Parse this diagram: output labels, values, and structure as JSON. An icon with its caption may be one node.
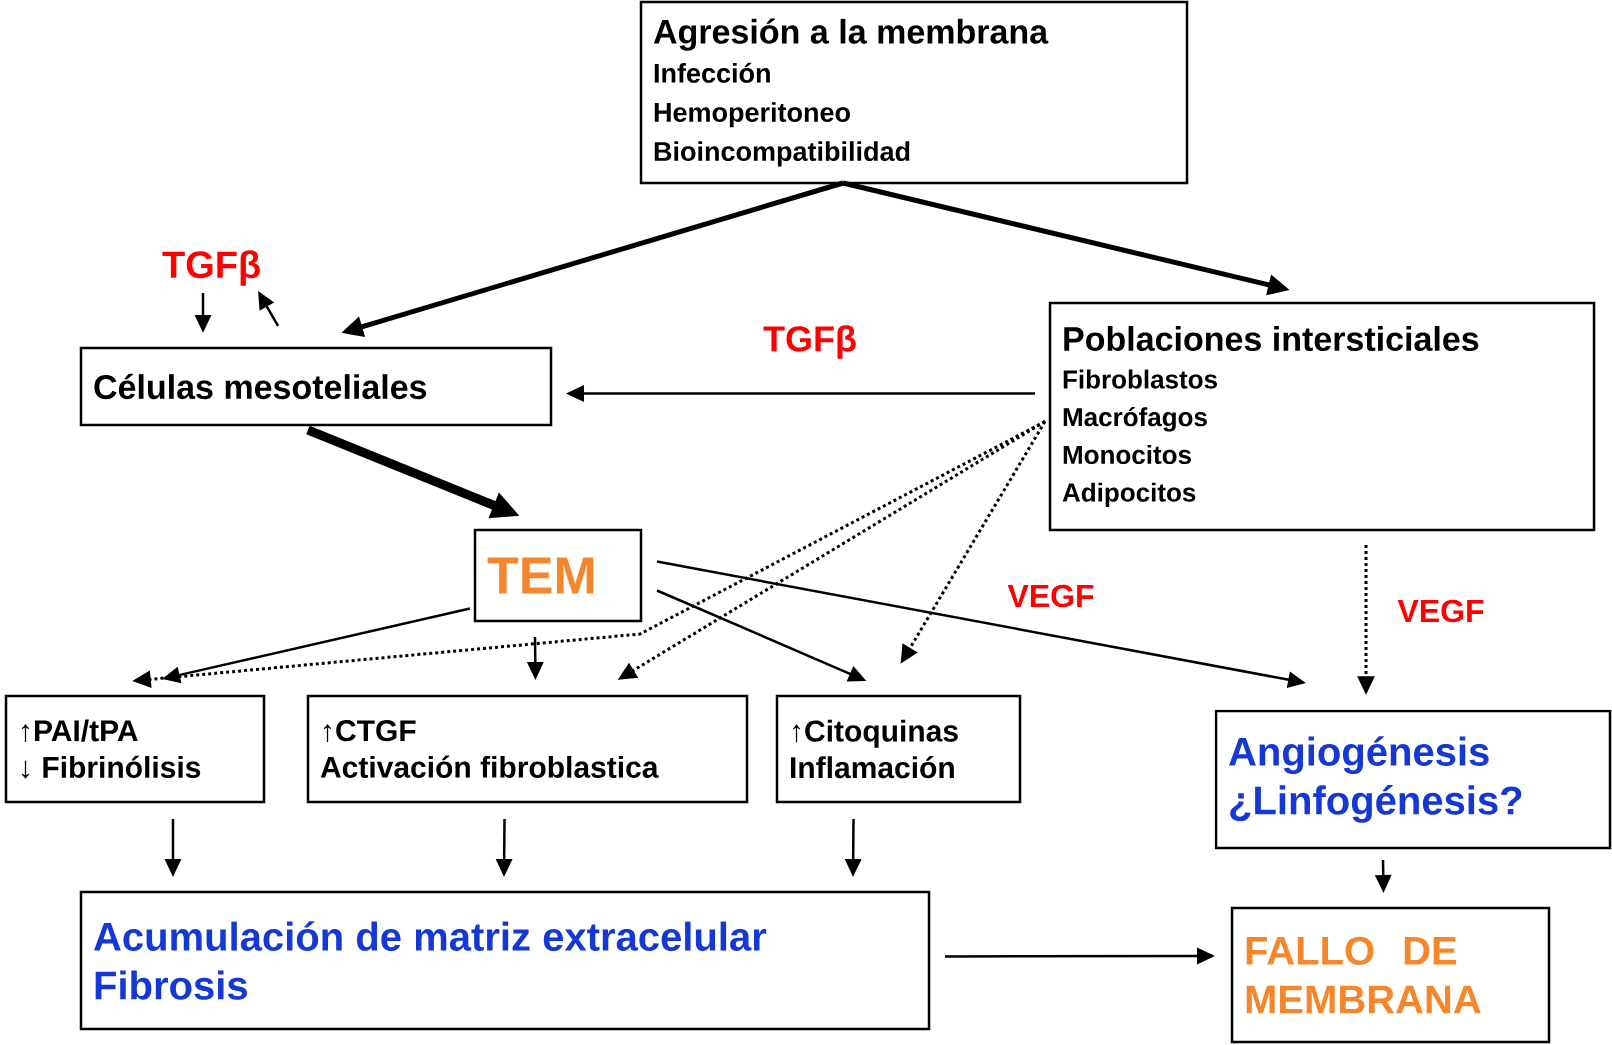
{
  "diagram": {
    "nodes": [
      {
        "text": [
          "Agresión a la membrana",
          "Infección",
          "Hemoperitoneo",
          "Bioincompatibilidad"
        ]
      },
      {
        "text": [
          "TGFβ"
        ]
      },
      {
        "text": [
          "Células mesoteliales"
        ]
      },
      {
        "text": [
          "Poblaciones intersticiales",
          "Fibroblastos",
          "Macrófagos",
          "Monocitos",
          "Adipocitos"
        ]
      },
      {
        "text": [
          "TEM"
        ]
      },
      {
        "text": [
          "↑PAI/tPA",
          "↓ Fibrinólisis"
        ]
      },
      {
        "text": [
          "↑CTGF",
          "Activación fibroblastica"
        ]
      },
      {
        "text": [
          "↑Citoquinas",
          "Inflamación"
        ]
      },
      {
        "text": [
          "Angiogénesis",
          "¿Linfogénesis?"
        ]
      },
      {
        "text": [
          "Acumulación de matriz extracelular",
          "Fibrosis"
        ]
      },
      {
        "text": [
          "FALLO DE MEMBRANA"
        ]
      }
    ],
    "edges": [
      {
        "from": 0,
        "to": 2,
        "arrow": "to",
        "style": "thick"
      },
      {
        "from": 0,
        "to": 3,
        "arrow": "to",
        "style": "thick"
      },
      {
        "from": 1,
        "to": 2,
        "arrow": "to"
      },
      {
        "from": 2,
        "to": 1,
        "arrow": "to"
      },
      {
        "from": 3,
        "to": 2,
        "arrow": "to",
        "label": "TGFβ"
      },
      {
        "from": 2,
        "to": 4,
        "arrow": "to",
        "style": "thick"
      },
      {
        "from": 3,
        "to": 5,
        "arrow": "to",
        "style": "dashed"
      },
      {
        "from": 3,
        "to": 6,
        "arrow": "to",
        "style": "dashed"
      },
      {
        "from": 3,
        "to": 7,
        "arrow": "to",
        "style": "dashed"
      },
      {
        "from": 3,
        "to": 8,
        "arrow": "to",
        "style": "dashed",
        "label": "VEGF"
      },
      {
        "from": 4,
        "to": 5,
        "arrow": "to"
      },
      {
        "from": 4,
        "to": 6,
        "arrow": "to"
      },
      {
        "from": 4,
        "to": 7,
        "arrow": "to"
      },
      {
        "from": 4,
        "to": 8,
        "arrow": "to",
        "label": "VEGF"
      },
      {
        "from": 5,
        "to": 9,
        "arrow": "to"
      },
      {
        "from": 6,
        "to": 9,
        "arrow": "to"
      },
      {
        "from": 7,
        "to": 9,
        "arrow": "to"
      },
      {
        "from": 9,
        "to": 10,
        "arrow": "to"
      },
      {
        "from": 8,
        "to": 10,
        "arrow": "to"
      }
    ]
  }
}
